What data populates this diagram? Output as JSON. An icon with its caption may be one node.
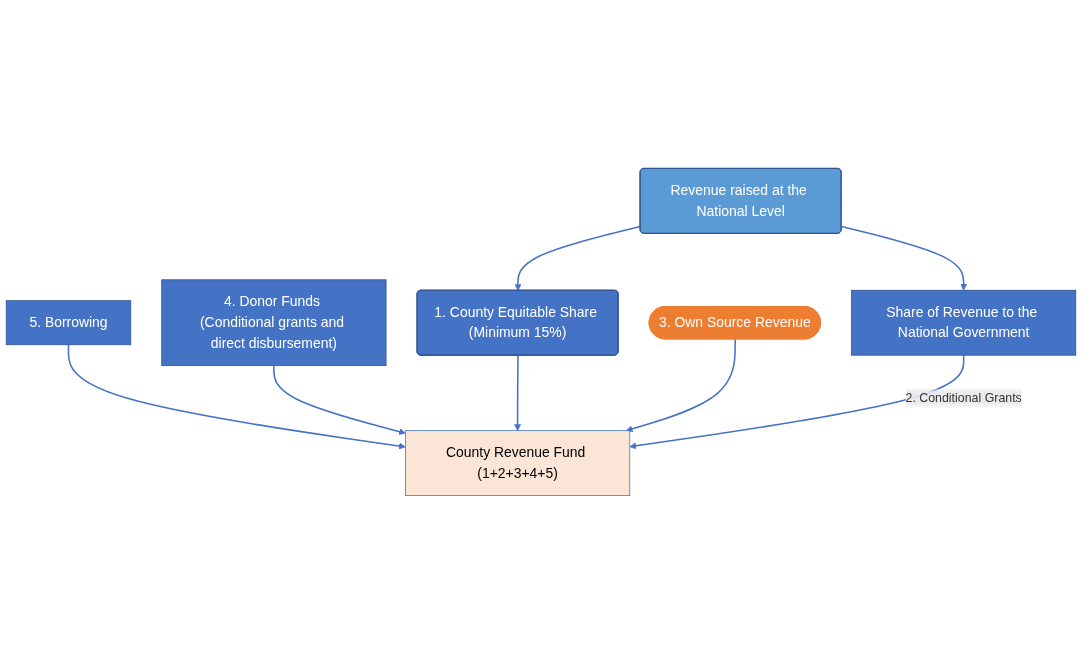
{
  "diagram": {
    "nodes": [
      {
        "text": [
          "Revenue raised at the National Level"
        ]
      },
      {
        "text": [
          "5. Borrowing"
        ]
      },
      {
        "text": [
          "3. Own Source Revenue"
        ]
      },
      {
        "text": [
          "4. Donor Funds (Conditional grants and direct disbursement)"
        ]
      },
      {
        "text": [
          "1. County Equitable Share (Minimum 15%)"
        ]
      },
      {
        "text": [
          "Share of Revenue to the National Government"
        ]
      },
      {
        "text": [
          "County Revenue Fund (1+2+3+4+5)"
        ]
      }
    ],
    "edges": [
      {
        "from": 0,
        "to": 4,
        "arrow": "to"
      },
      {
        "from": 0,
        "to": 5,
        "arrow": "to"
      },
      {
        "from": 1,
        "to": 6,
        "arrow": "to"
      },
      {
        "from": 3,
        "to": 6,
        "arrow": "to"
      },
      {
        "from": 4,
        "to": 6,
        "arrow": "to"
      },
      {
        "from": 2,
        "to": 6,
        "arrow": "to"
      },
      {
        "from": 5,
        "to": 6,
        "label": "2. Conditional Grants",
        "arrow": "to"
      }
    ]
  }
}
